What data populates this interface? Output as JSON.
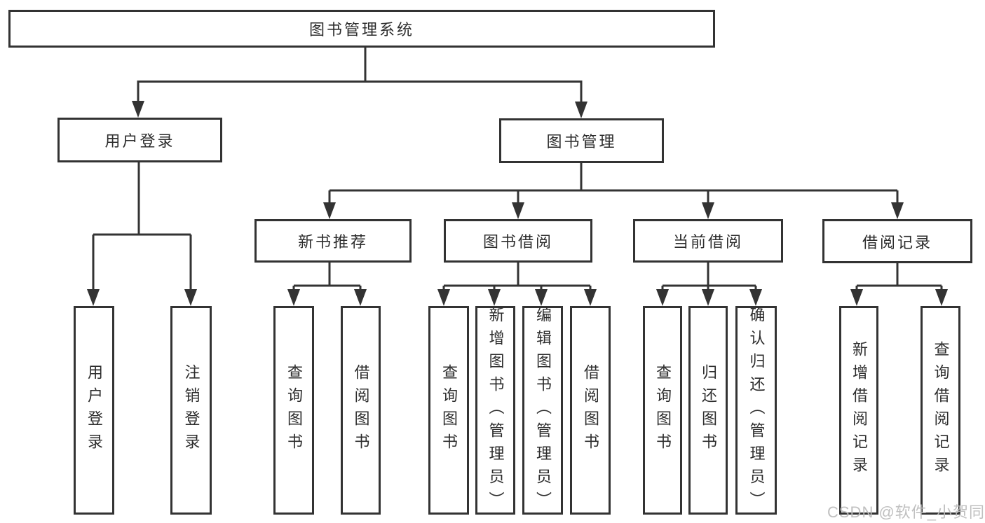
{
  "diagram": {
    "type": "tree-hierarchy-diagram",
    "colors": {
      "line": "#333333",
      "box_border": "#333333",
      "text": "#2d2d2d",
      "background": "#ffffff",
      "watermark": "#bbbbbb"
    },
    "nodes": {
      "root": "图书管理系统",
      "user_login": "用户登录",
      "book_mgmt": "图书管理",
      "new_book_rec": "新书推荐",
      "book_borrow": "图书借阅",
      "current_borrow": "当前借阅",
      "borrow_records": "借阅记录",
      "leaf_login": "用户登录",
      "leaf_logout": "注销登录",
      "leaf_nbr_query": "查询图书",
      "leaf_nbr_borrow": "借阅图书",
      "leaf_bb_query": "查询图书",
      "leaf_bb_add": "新增图书（管理员）",
      "leaf_bb_edit": "编辑图书（管理员）",
      "leaf_bb_borrow": "借阅图书",
      "leaf_cb_query": "查询图书",
      "leaf_cb_return": "归还图书",
      "leaf_cb_confirm": "确认归还（管理员）",
      "leaf_br_add": "新增借阅记录",
      "leaf_br_query": "查询借阅记录"
    },
    "hierarchy": {
      "图书管理系统": {
        "用户登录": [
          "用户登录",
          "注销登录"
        ],
        "图书管理": {
          "新书推荐": [
            "查询图书",
            "借阅图书"
          ],
          "图书借阅": [
            "查询图书",
            "新增图书（管理员）",
            "编辑图书（管理员）",
            "借阅图书"
          ],
          "当前借阅": [
            "查询图书",
            "归还图书",
            "确认归还（管理员）"
          ],
          "借阅记录": [
            "新增借阅记录",
            "查询借阅记录"
          ]
        }
      }
    },
    "watermark": "CSDN @软件_小贺同学"
  }
}
